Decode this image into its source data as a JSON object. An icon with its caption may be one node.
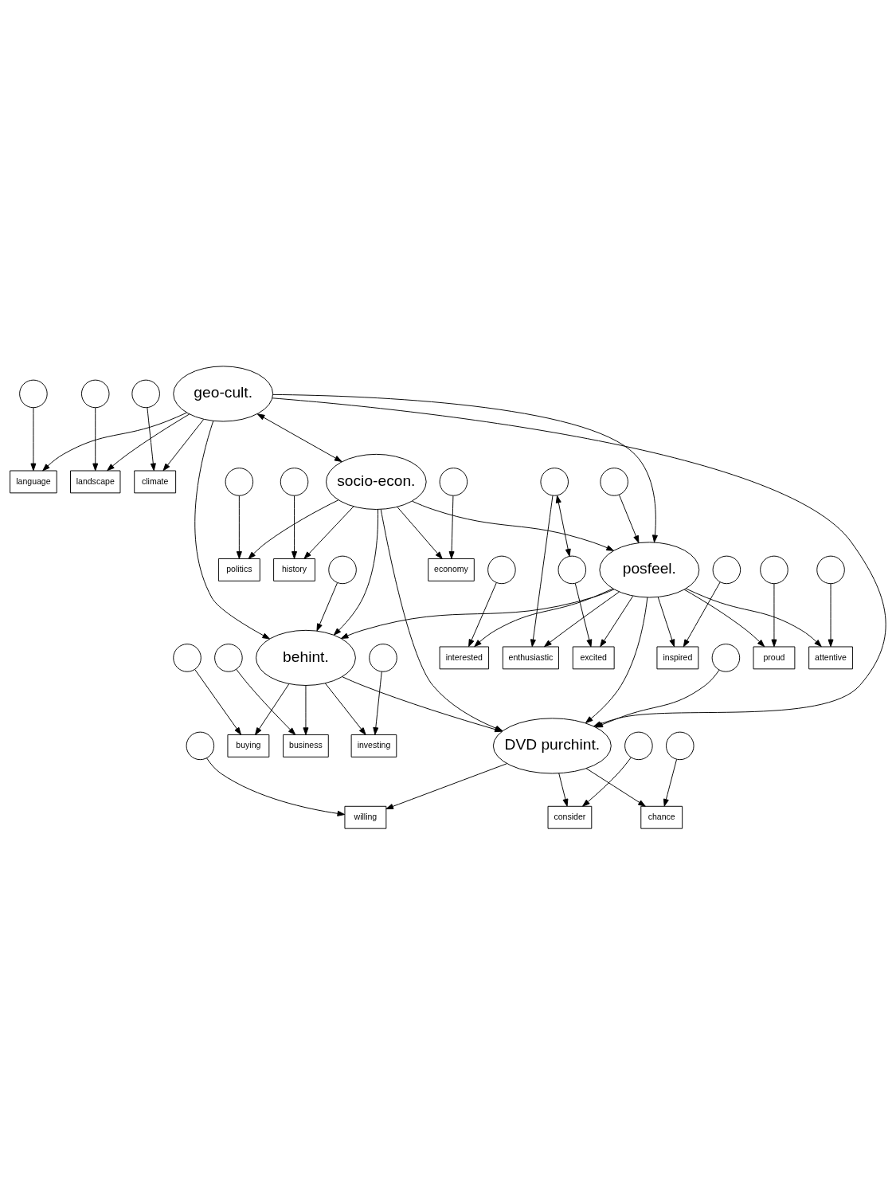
{
  "diagram": {
    "nodes": [
      {
        "text": [
          "geo-cult."
        ]
      },
      {
        "text": [
          "language"
        ]
      },
      {
        "text": [
          "landscape"
        ]
      },
      {
        "text": [
          "climate"
        ]
      },
      {
        "text": [],
        "shape": "circle"
      },
      {
        "text": [],
        "shape": "circle"
      },
      {
        "text": [],
        "shape": "circle"
      },
      {
        "text": [
          "DVD purchint."
        ]
      },
      {
        "text": [],
        "shape": "circle"
      },
      {
        "text": [
          "willing"
        ]
      },
      {
        "text": [
          "consider"
        ]
      },
      {
        "text": [
          "chance"
        ]
      },
      {
        "text": [],
        "shape": "circle"
      },
      {
        "text": [],
        "shape": "circle"
      },
      {
        "text": [],
        "shape": "circle"
      },
      {
        "text": [
          "socio-econ."
        ]
      },
      {
        "text": [
          "politics"
        ]
      },
      {
        "text": [
          "history"
        ]
      },
      {
        "text": [
          "economy"
        ]
      },
      {
        "text": [],
        "shape": "circle"
      },
      {
        "text": [],
        "shape": "circle"
      },
      {
        "text": [],
        "shape": "circle"
      },
      {
        "text": [
          "posfeel."
        ]
      },
      {
        "text": [
          "enthusiastic"
        ]
      },
      {
        "text": [
          "interested"
        ]
      },
      {
        "text": [
          "excited"
        ]
      },
      {
        "text": [
          "inspired"
        ]
      },
      {
        "text": [
          "proud"
        ]
      },
      {
        "text": [
          "attentive"
        ]
      },
      {
        "text": [],
        "shape": "circle"
      },
      {
        "text": [],
        "shape": "circle"
      },
      {
        "text": [],
        "shape": "circle"
      },
      {
        "text": [],
        "shape": "circle"
      },
      {
        "text": [],
        "shape": "circle"
      },
      {
        "text": [],
        "shape": "circle"
      },
      {
        "text": [],
        "shape": "circle"
      },
      {
        "text": [
          "behint."
        ]
      },
      {
        "text": [
          "buying"
        ]
      },
      {
        "text": [
          "business"
        ]
      },
      {
        "text": [
          "investing"
        ]
      },
      {
        "text": [],
        "shape": "circle"
      },
      {
        "text": [],
        "shape": "circle"
      },
      {
        "text": [],
        "shape": "circle"
      },
      {
        "text": [],
        "shape": "circle"
      }
    ],
    "edges": [
      {
        "from": 0,
        "to": 1,
        "arrow": "to"
      },
      {
        "from": 0,
        "to": 2,
        "arrow": "to"
      },
      {
        "from": 0,
        "to": 3,
        "arrow": "to"
      },
      {
        "from": 4,
        "to": 1,
        "arrow": "to"
      },
      {
        "from": 5,
        "to": 2,
        "arrow": "to"
      },
      {
        "from": 6,
        "to": 3,
        "arrow": "to"
      },
      {
        "from": 0,
        "to": 15,
        "arrow": "both"
      },
      {
        "from": 0,
        "to": 7,
        "arrow": "to"
      },
      {
        "from": 0,
        "to": 22,
        "arrow": "to"
      },
      {
        "from": 0,
        "to": 36,
        "arrow": "to"
      },
      {
        "from": 8,
        "to": 7,
        "arrow": "to"
      },
      {
        "from": 7,
        "to": 9,
        "arrow": "to"
      },
      {
        "from": 7,
        "to": 10,
        "arrow": "to"
      },
      {
        "from": 7,
        "to": 11,
        "arrow": "to"
      },
      {
        "from": 12,
        "to": 9,
        "arrow": "to"
      },
      {
        "from": 13,
        "to": 10,
        "arrow": "to"
      },
      {
        "from": 14,
        "to": 11,
        "arrow": "to"
      },
      {
        "from": 15,
        "to": 16,
        "arrow": "to"
      },
      {
        "from": 15,
        "to": 17,
        "arrow": "to"
      },
      {
        "from": 15,
        "to": 18,
        "arrow": "to"
      },
      {
        "from": 19,
        "to": 16,
        "arrow": "to"
      },
      {
        "from": 20,
        "to": 17,
        "arrow": "to"
      },
      {
        "from": 21,
        "to": 18,
        "arrow": "to"
      },
      {
        "from": 15,
        "to": 7,
        "arrow": "to"
      },
      {
        "from": 15,
        "to": 22,
        "arrow": "to"
      },
      {
        "from": 15,
        "to": 36,
        "arrow": "to"
      },
      {
        "from": 22,
        "to": 23,
        "arrow": "to"
      },
      {
        "from": 22,
        "to": 24,
        "arrow": "to"
      },
      {
        "from": 22,
        "to": 25,
        "arrow": "to"
      },
      {
        "from": 22,
        "to": 26,
        "arrow": "to"
      },
      {
        "from": 22,
        "to": 27,
        "arrow": "to"
      },
      {
        "from": 22,
        "to": 28,
        "arrow": "to"
      },
      {
        "from": 29,
        "to": 23,
        "arrow": "to"
      },
      {
        "from": 30,
        "to": 24,
        "arrow": "to"
      },
      {
        "from": 31,
        "to": 25,
        "arrow": "to"
      },
      {
        "from": 32,
        "to": 26,
        "arrow": "to"
      },
      {
        "from": 33,
        "to": 27,
        "arrow": "to"
      },
      {
        "from": 34,
        "to": 28,
        "arrow": "to"
      },
      {
        "from": 29,
        "to": 31,
        "arrow": "both"
      },
      {
        "from": 35,
        "to": 22,
        "arrow": "to"
      },
      {
        "from": 22,
        "to": 7,
        "arrow": "to"
      },
      {
        "from": 22,
        "to": 36,
        "arrow": "to"
      },
      {
        "from": 36,
        "to": 7,
        "arrow": "to"
      },
      {
        "from": 36,
        "to": 37,
        "arrow": "to"
      },
      {
        "from": 36,
        "to": 38,
        "arrow": "to"
      },
      {
        "from": 36,
        "to": 39,
        "arrow": "to"
      },
      {
        "from": 40,
        "to": 37,
        "arrow": "to"
      },
      {
        "from": 41,
        "to": 38,
        "arrow": "to"
      },
      {
        "from": 42,
        "to": 39,
        "arrow": "to"
      },
      {
        "from": 43,
        "to": 36,
        "arrow": "to"
      }
    ]
  }
}
